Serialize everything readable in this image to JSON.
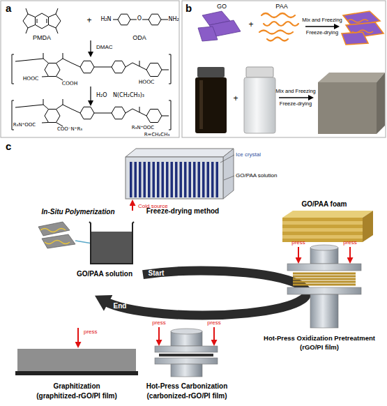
{
  "diagram": {
    "labels": [
      "a",
      "PMDA",
      "+",
      "H₂N",
      "O",
      "NH₂",
      "ODA",
      "DMAC",
      "HOOC",
      "COOH",
      "HOOC",
      "H₂O",
      "N(CH₂CH₃)₃",
      "R₃N⁺OOC",
      "COO⁻N⁺R₃",
      "R₃N⁺OOC",
      "R=CH₂CH₃",
      "b",
      "GO",
      "PAA",
      "+",
      "Mix and Freezing",
      "Freeze-drying",
      "+",
      "Mix and Freezing",
      "Freeze-drying",
      "c",
      "In-Situ Polymerization",
      "GO/PAA solution",
      "Freeze-drying method",
      "Ice crystal",
      "GO/PAA solution",
      "Cold source",
      "Start",
      "End",
      "GO/PAA foam",
      "press",
      "press",
      "Hot-Press Oxidization Pretreatment",
      "(rGO/PI film)",
      "press",
      "press",
      "Hot-Press Carbonization",
      "(carbonized-rGO/PI film)",
      "press",
      "Graphitization",
      "(graphitized-rGO/PI film)"
    ]
  }
}
